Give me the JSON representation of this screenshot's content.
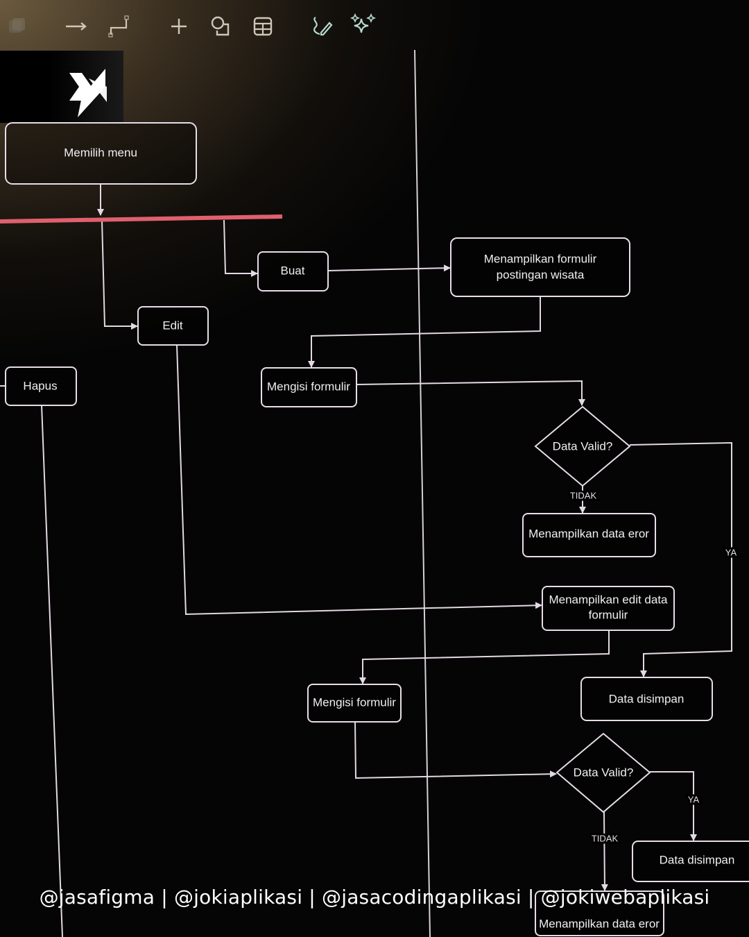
{
  "toolbar": {
    "icons": [
      "frame-icon",
      "arrow-icon",
      "connector-icon",
      "plus-icon",
      "shapes-icon",
      "table-icon",
      "draw-icon",
      "sparkle-icon"
    ]
  },
  "logo": {
    "text": "X"
  },
  "diagram": {
    "nodes": {
      "memilih_menu": "Memilih menu",
      "buat": "Buat",
      "edit": "Edit",
      "hapus": "Hapus",
      "menampilkan_formulir_1": "Menampilkan formulir",
      "menampilkan_formulir_2": "postingan wisata",
      "mengisi_formulir_1": "Mengisi formulir",
      "data_valid_1": "Data Valid?",
      "menampilkan_data_eror_1": "Menampilkan data eror",
      "menampilkan_edit_1": "Menampilkan edit data",
      "menampilkan_edit_2": "formulir",
      "data_disimpan_1": "Data disimpan",
      "mengisi_formulir_2": "Mengisi formulir",
      "data_valid_2": "Data Valid?",
      "data_disimpan_2": "Data disimpan",
      "menampilkan_data_eror_2": "Menampilkan data eror"
    },
    "labels": {
      "tidak_1": "TIDAK",
      "ya_1": "YA",
      "ya_2": "YA",
      "tidak_2": "TIDAK"
    },
    "colors": {
      "fork_bar": "#e0606e",
      "stroke": "#e8dde8"
    }
  },
  "watermark": "@jasafigma | @jokiaplikasi | @jasacodingaplikasi | @jokiwebaplikasi"
}
